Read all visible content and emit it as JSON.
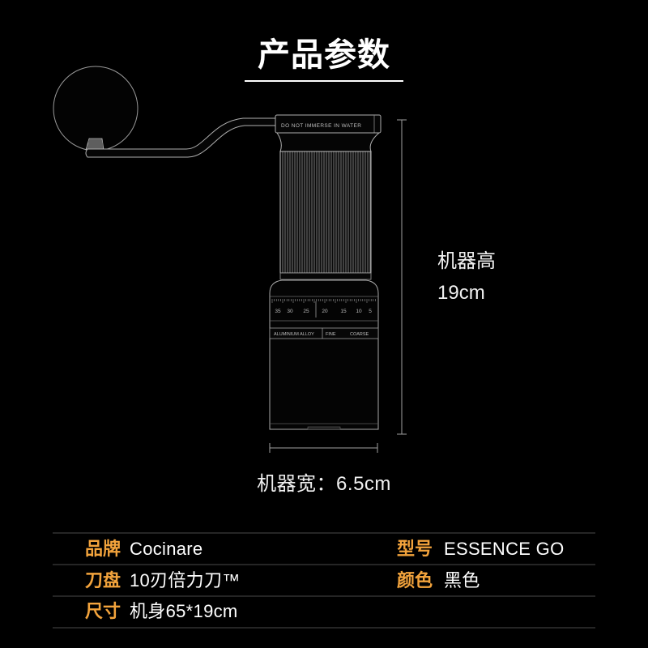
{
  "title": "产品参数",
  "grinder": {
    "cap_text": "DO NOT IMMERSE IN WATER",
    "dial_numbers": [
      "35",
      "30",
      "25",
      "20",
      "15",
      "10",
      "5"
    ],
    "band_text_left": "ALUMINIUM ALLOY",
    "band_text_fine": "FINE",
    "band_text_coarse": "COARSE"
  },
  "dimensions": {
    "height_label": "机器高",
    "height_value": "19cm",
    "width_text": "机器宽：6.5cm"
  },
  "specs": {
    "rows": [
      {
        "left": {
          "label": "品牌",
          "value": "Cocinare"
        },
        "right": {
          "label": "型号",
          "value": "ESSENCE GO"
        }
      },
      {
        "left": {
          "label": "刀盘",
          "value": "10刃倍力刀™"
        },
        "right": {
          "label": "颜色",
          "value": "黑色"
        }
      },
      {
        "left": {
          "label": "尺寸",
          "value": "机身65*19cm"
        }
      }
    ]
  },
  "colors": {
    "background": "#000000",
    "label": "#f2a33c",
    "text": "#ffffff",
    "divider": "#4a4a4a",
    "drawing": "#a8a8a8"
  }
}
